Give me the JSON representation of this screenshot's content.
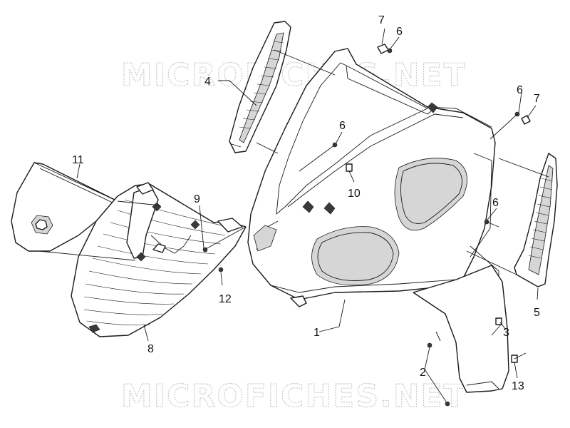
{
  "watermark": {
    "text": "MICROFICHES.NET"
  },
  "callouts": {
    "c1": "1",
    "c2": "2",
    "c3": "3",
    "c4": "4",
    "c5": "5",
    "c6a": "6",
    "c6b": "6",
    "c6c": "6",
    "c6d": "6",
    "c7a": "7",
    "c7b": "7",
    "c8": "8",
    "c9": "9",
    "c10": "10",
    "c11": "11",
    "c12": "12",
    "c13": "13"
  }
}
